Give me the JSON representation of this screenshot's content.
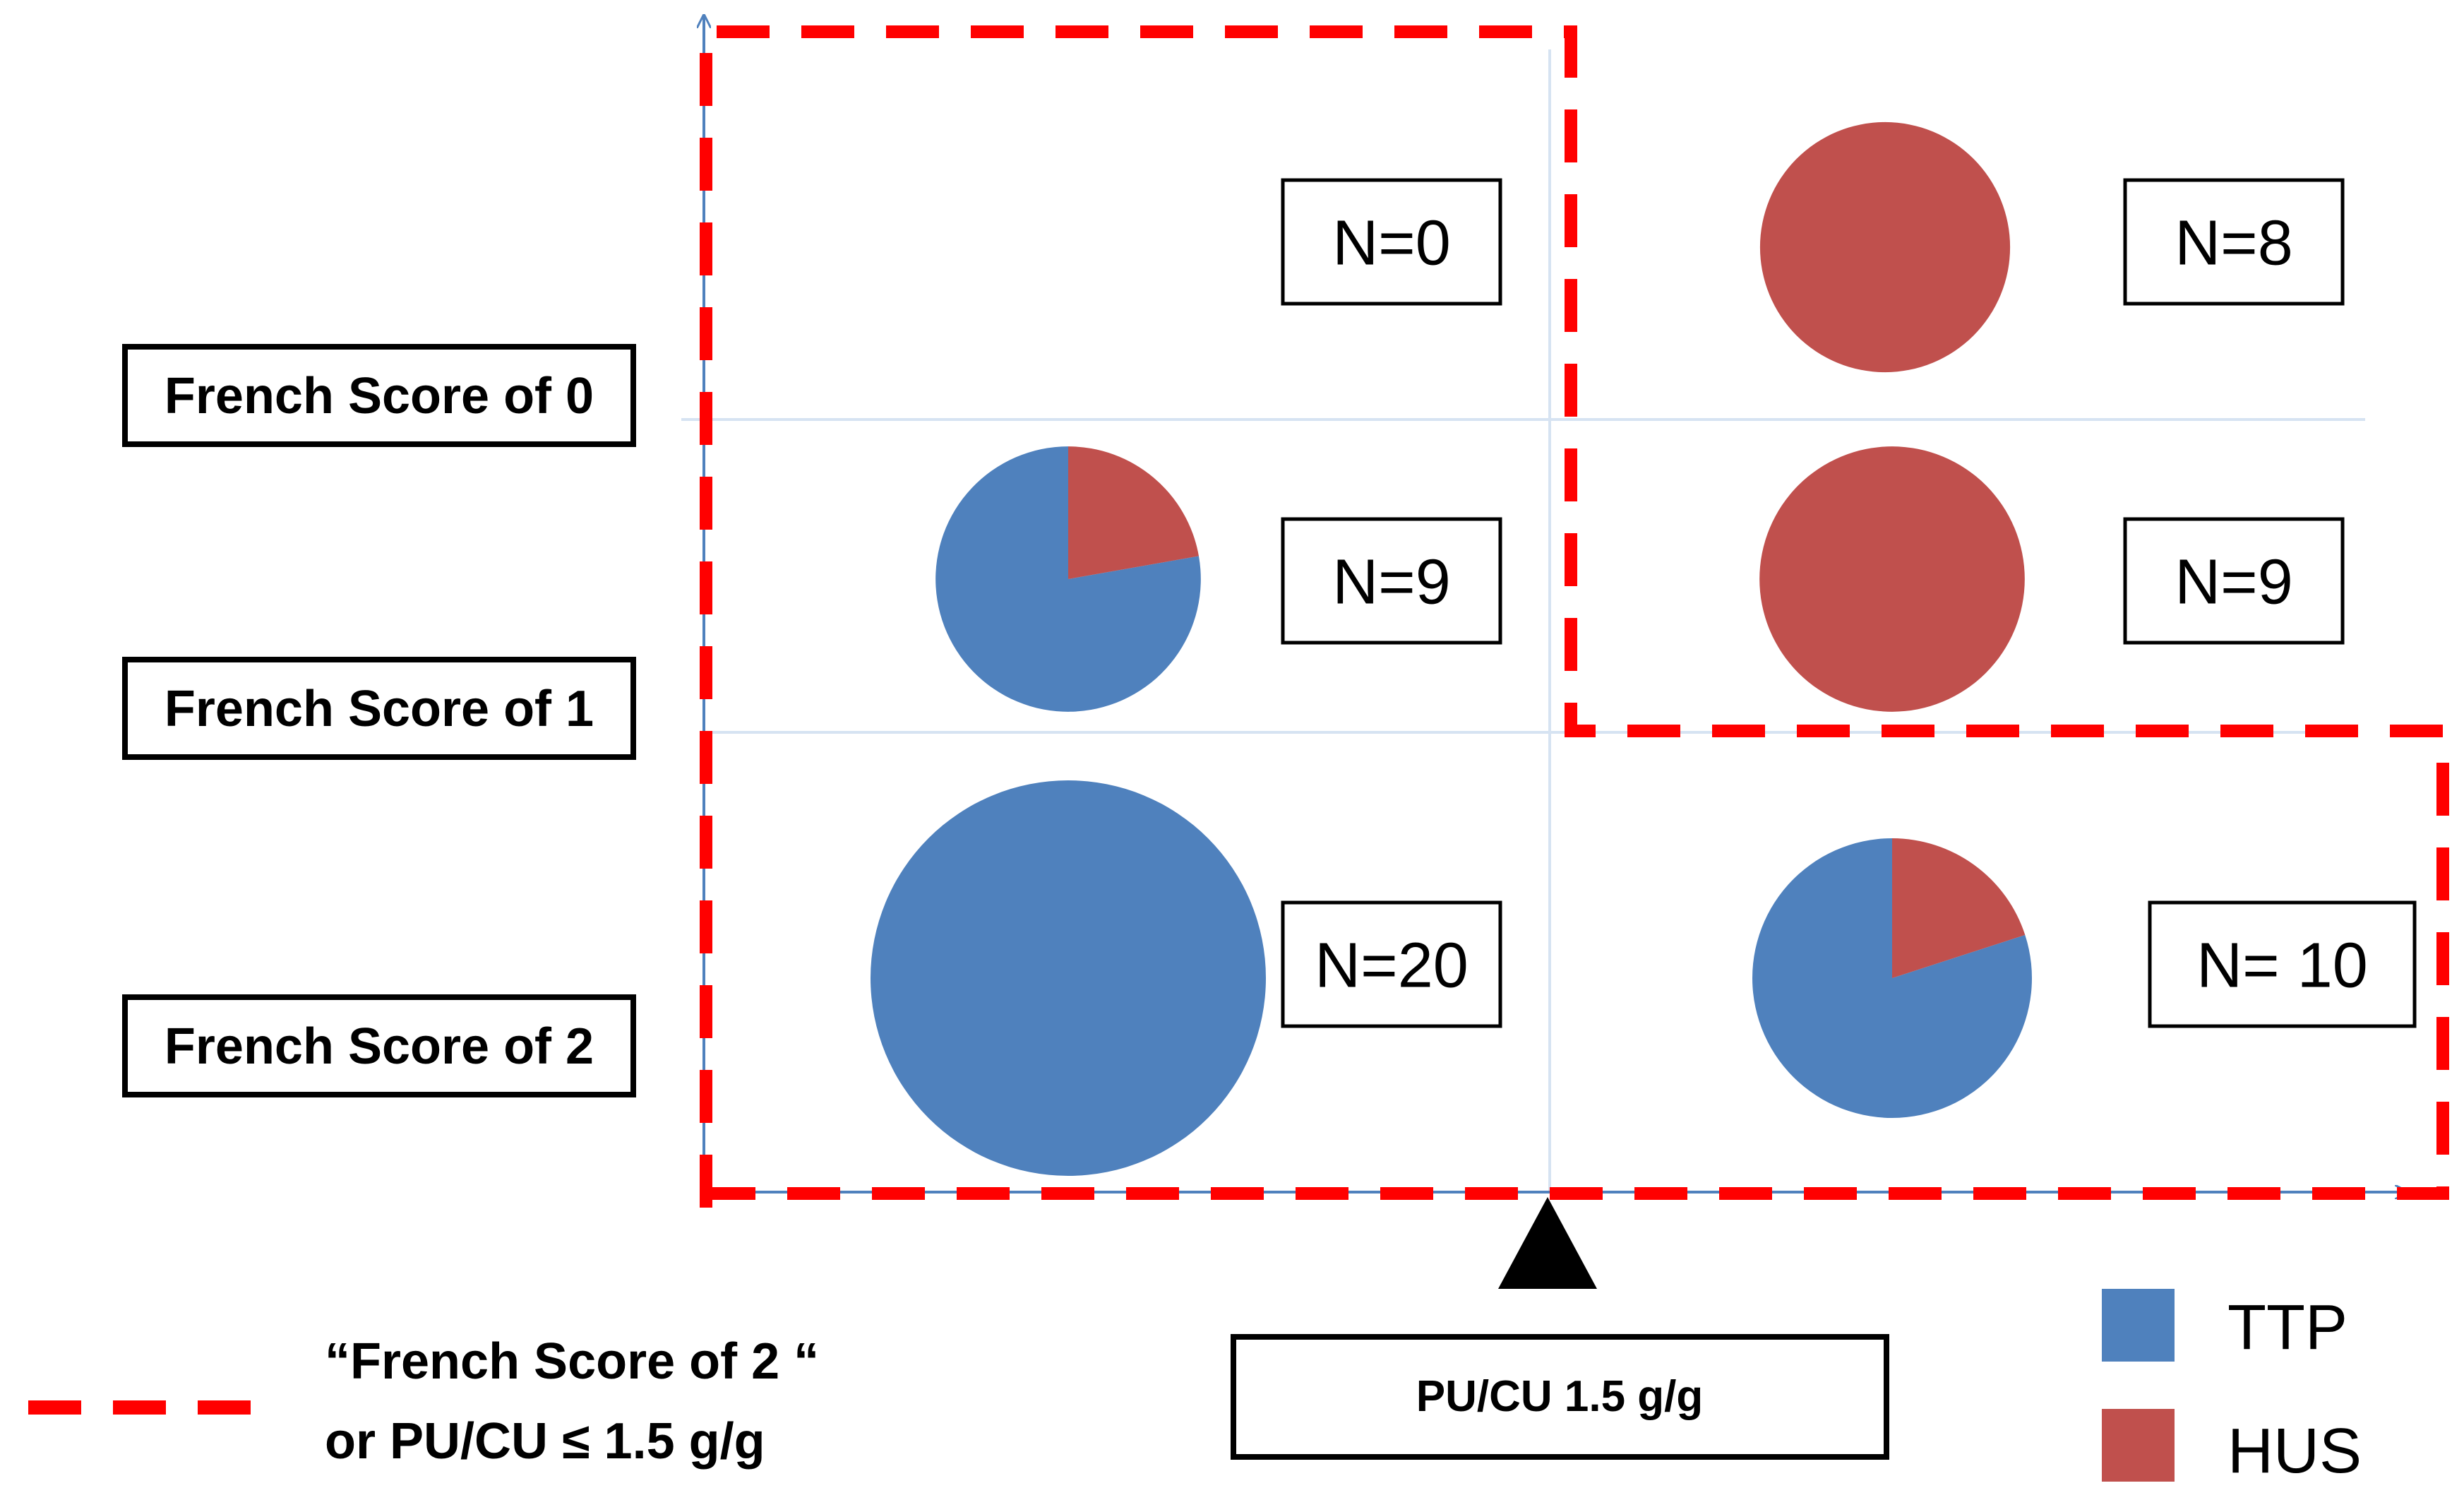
{
  "chart_data": {
    "type": "pie",
    "description_rows": [
      "French Score of 0",
      "French Score of 1",
      "French Score of 2"
    ],
    "threshold_label": "PU/CU 1.5 g/g",
    "region_legend_label_line1": "“French Score  of 2 “",
    "region_legend_label_line2": "or PU/CU ≤ 1.5 g/g",
    "legend": [
      {
        "name": "TTP",
        "color": "#4F81BD"
      },
      {
        "name": "HUS",
        "color": "#C0504D"
      }
    ],
    "cells": [
      {
        "row": 0,
        "col": 0,
        "n_label": "N=0",
        "n": 0,
        "ttp": 0,
        "hus": 0
      },
      {
        "row": 0,
        "col": 1,
        "n_label": "N=8",
        "n": 8,
        "ttp": 0,
        "hus": 8
      },
      {
        "row": 1,
        "col": 0,
        "n_label": "N=9",
        "n": 9,
        "ttp": 7,
        "hus": 2
      },
      {
        "row": 1,
        "col": 1,
        "n_label": "N=9",
        "n": 9,
        "ttp": 0,
        "hus": 9
      },
      {
        "row": 2,
        "col": 0,
        "n_label": "N=20",
        "n": 20,
        "ttp": 20,
        "hus": 0
      },
      {
        "row": 2,
        "col": 1,
        "n_label": "N= 10",
        "n": 10,
        "ttp": 8,
        "hus": 2
      }
    ]
  }
}
